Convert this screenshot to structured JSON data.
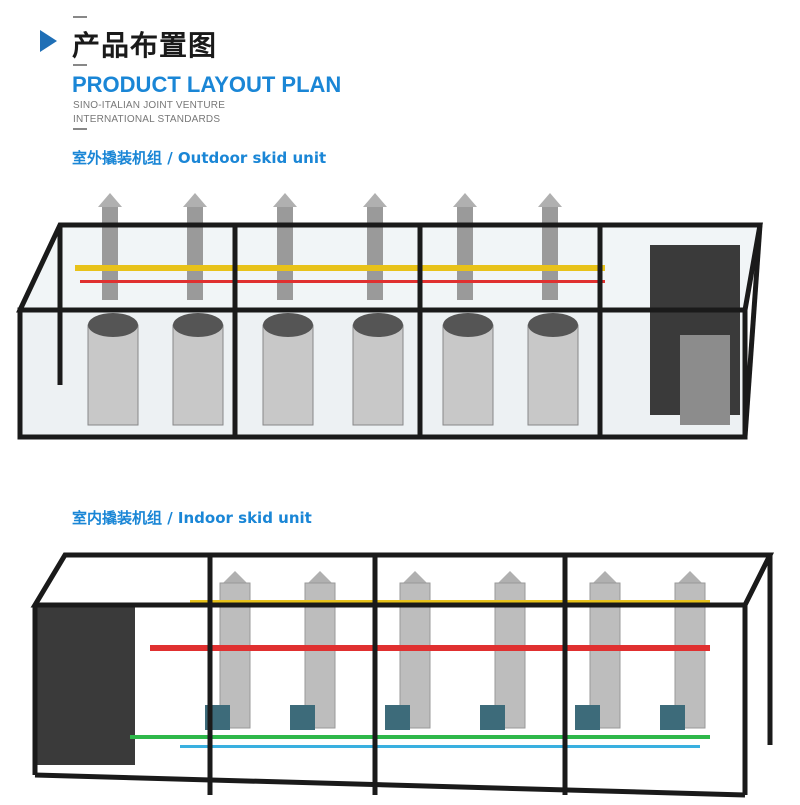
{
  "header": {
    "title_cn": "产品布置图",
    "title_en": "PRODUCT LAYOUT PLAN",
    "subtitle_line1": "SINO-ITALIAN JOINT VENTURE",
    "subtitle_line2": "INTERNATIONAL STANDARDS"
  },
  "sections": [
    {
      "label": "室外撬装机组 / Outdoor skid unit"
    },
    {
      "label": "室内撬装机组 / Indoor skid unit"
    }
  ],
  "colors": {
    "accent": "#1a86d6",
    "frame": "#1a1a1a",
    "gas_pipe": "#e8c21a",
    "hot_pipe": "#e03030",
    "water_pipe": "#2eb84a"
  }
}
